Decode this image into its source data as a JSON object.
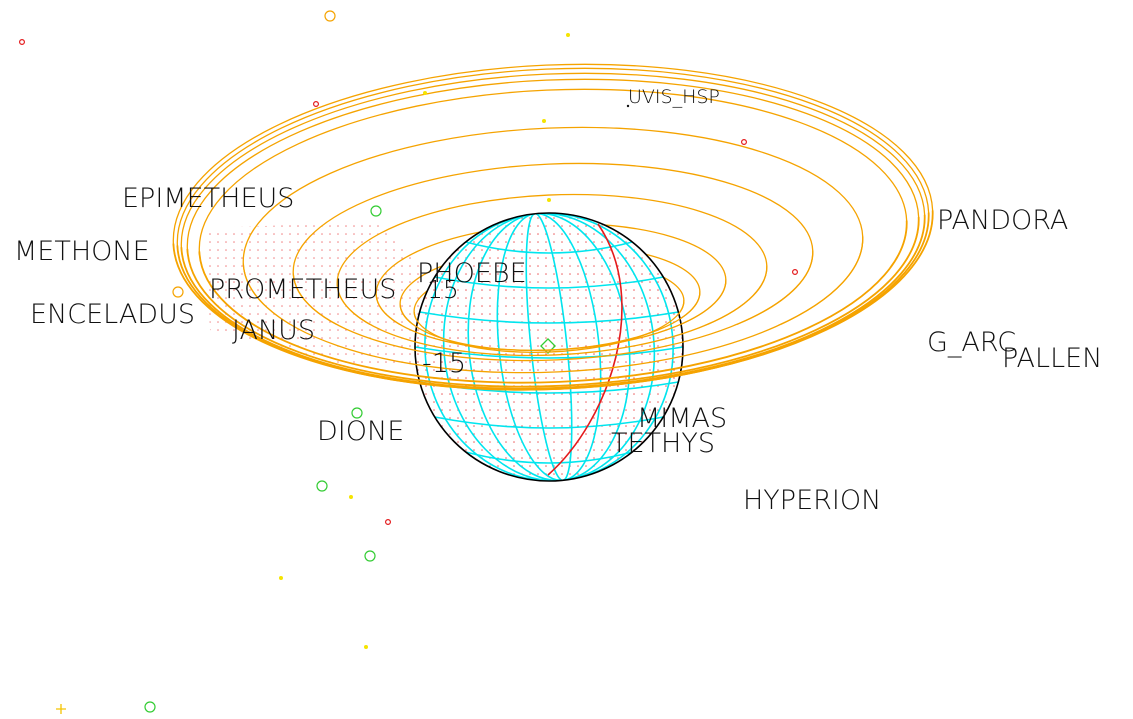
{
  "labels": {
    "uvis_hsp": "UVIS_HSP",
    "epimetheus": "EPIMETHEUS",
    "pandora": "PANDORA",
    "methone": "METHONE",
    "phoebe": "PHOEBE",
    "prometheus": "PROMETHEUS",
    "enceladus": "ENCELADUS",
    "janus": "JANUS",
    "label_15": "15",
    "label_minus15": "-15",
    "g_arc": "G_ARC",
    "pallene": "PALLEN",
    "mimas": "MIMAS",
    "tethys": "TETHYS",
    "dione": "DIONE",
    "hyperion": "HYPERION"
  },
  "colors": {
    "rings": "#f5a300",
    "globe_grid": "#00e5ee",
    "limb": "#000000",
    "terminator": "#e41a1c",
    "star_red": "#e41a1c",
    "star_green": "#33cc33",
    "star_yellow": "#f5c400",
    "star_orange": "#f5a300",
    "shadow_dots": "#e41a1c"
  }
}
